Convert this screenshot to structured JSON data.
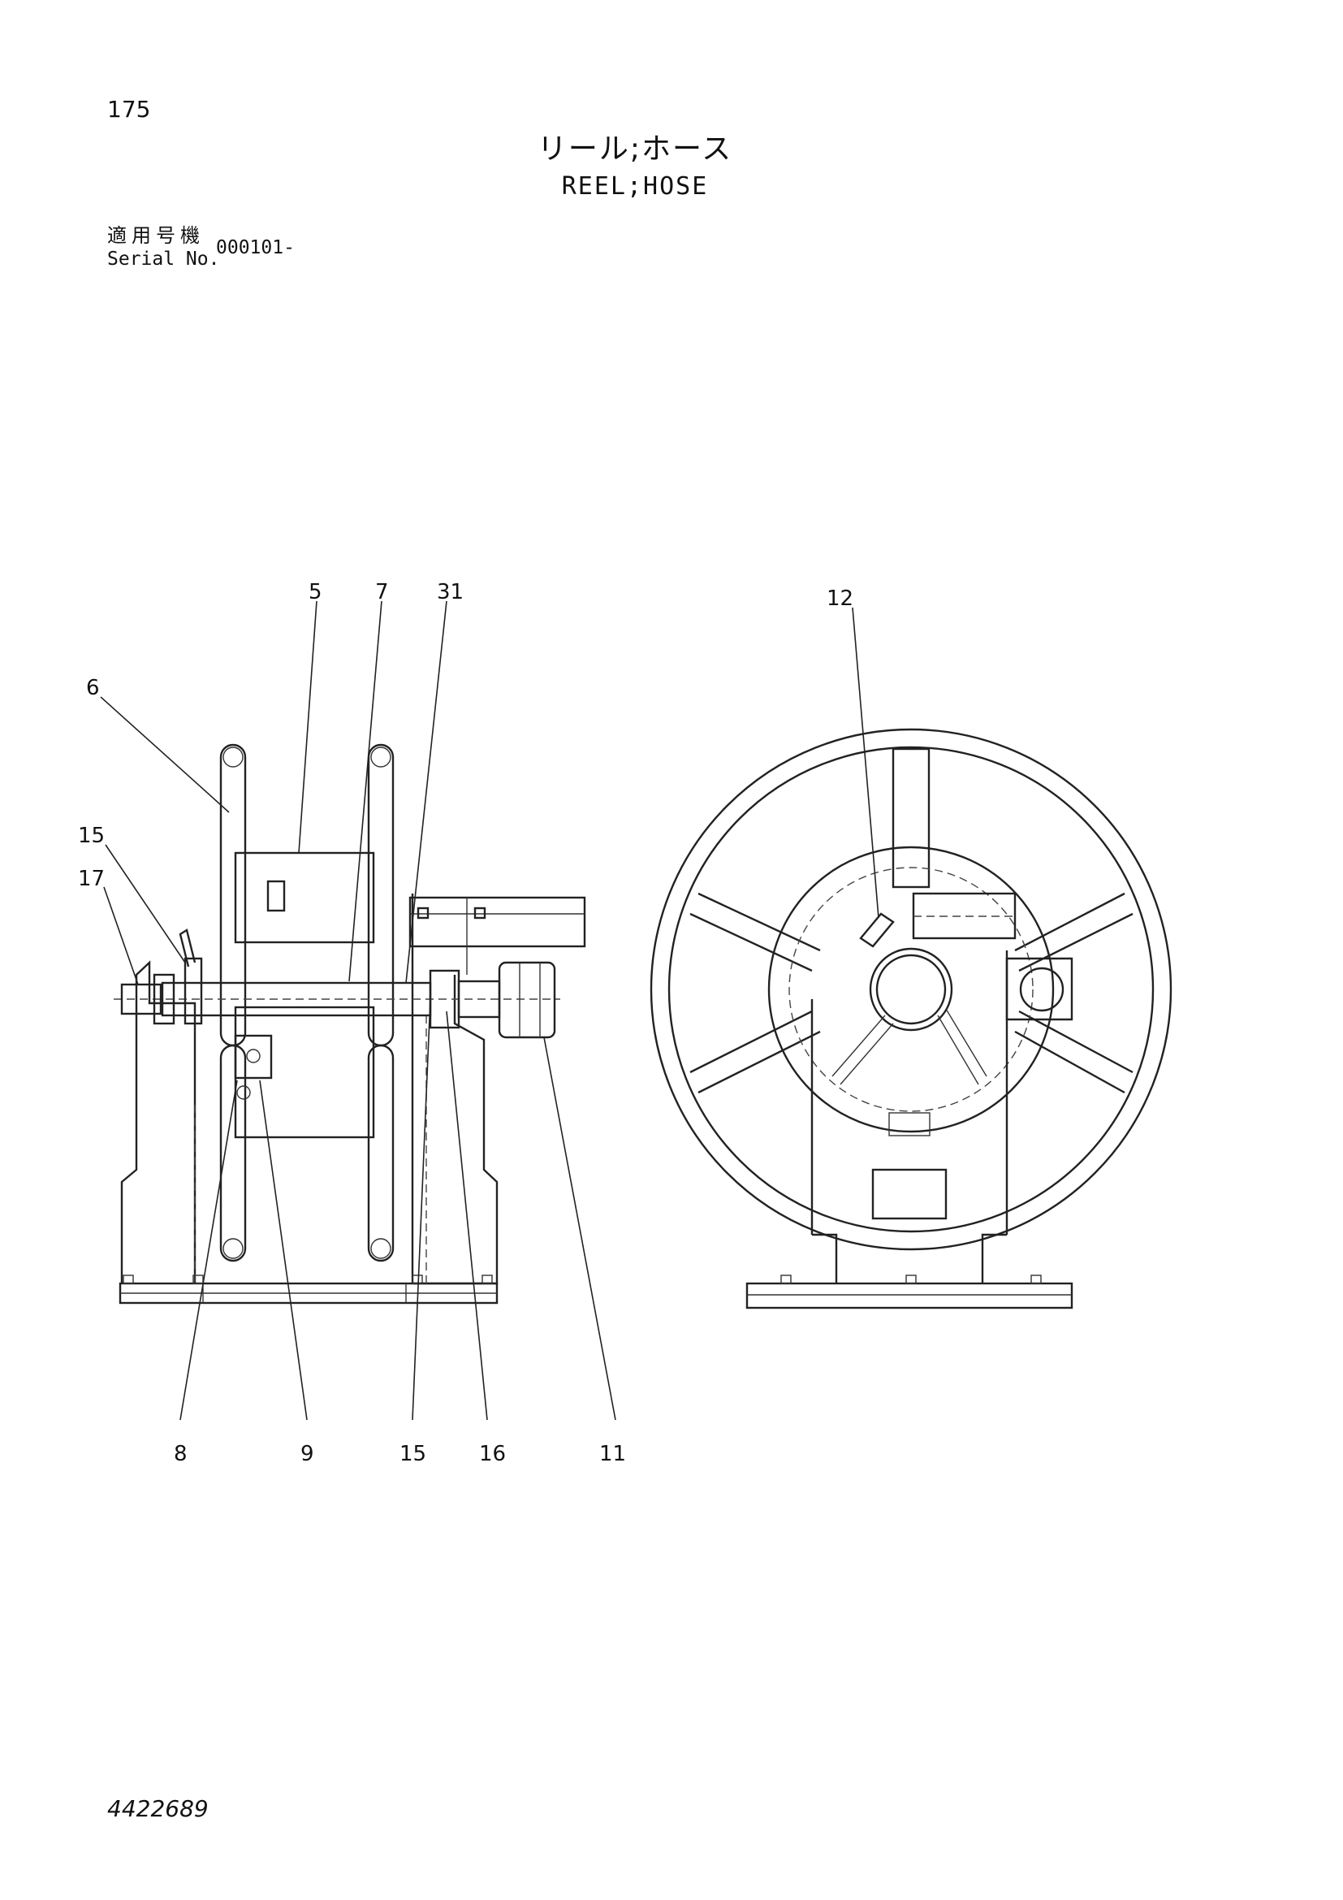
{
  "header": {
    "page_number": "175",
    "title_jp": "リール;ホース",
    "title_en": "REEL;HOSE",
    "serial_label_jp": "適用号機",
    "serial_label_en": "Serial No.",
    "serial_value": "000101-"
  },
  "diagram": {
    "callouts": [
      "5",
      "7",
      "31",
      "6",
      "15",
      "17",
      "8",
      "9",
      "15",
      "16",
      "11",
      "12"
    ]
  },
  "footer": {
    "doc_number": "4422689"
  }
}
